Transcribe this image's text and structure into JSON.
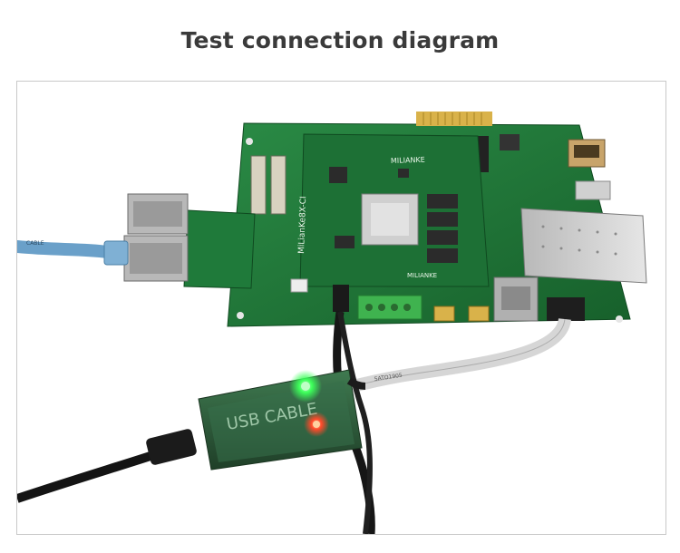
{
  "page": {
    "title": "Test connection diagram"
  },
  "photo": {
    "board_silk_brand": "MILIANKE",
    "board_silk_model": "MiLianKe8X-CI",
    "usb_cable_label": "USB CABLE",
    "ethernet_cable_label": "CABLE",
    "ribbon_label": "SATO1905",
    "colors": {
      "pcb": "#1f7a3a",
      "pcb_dark": "#155c2a",
      "chip": "#2b2b2b",
      "fpga": "#cfcfcf",
      "terminal_block": "#3fb34f",
      "ethernet_cable": "#6aa0c9",
      "usb_box": "#2f5e3c",
      "led_green": "#3dff5a",
      "led_red": "#ff4a2a"
    }
  }
}
